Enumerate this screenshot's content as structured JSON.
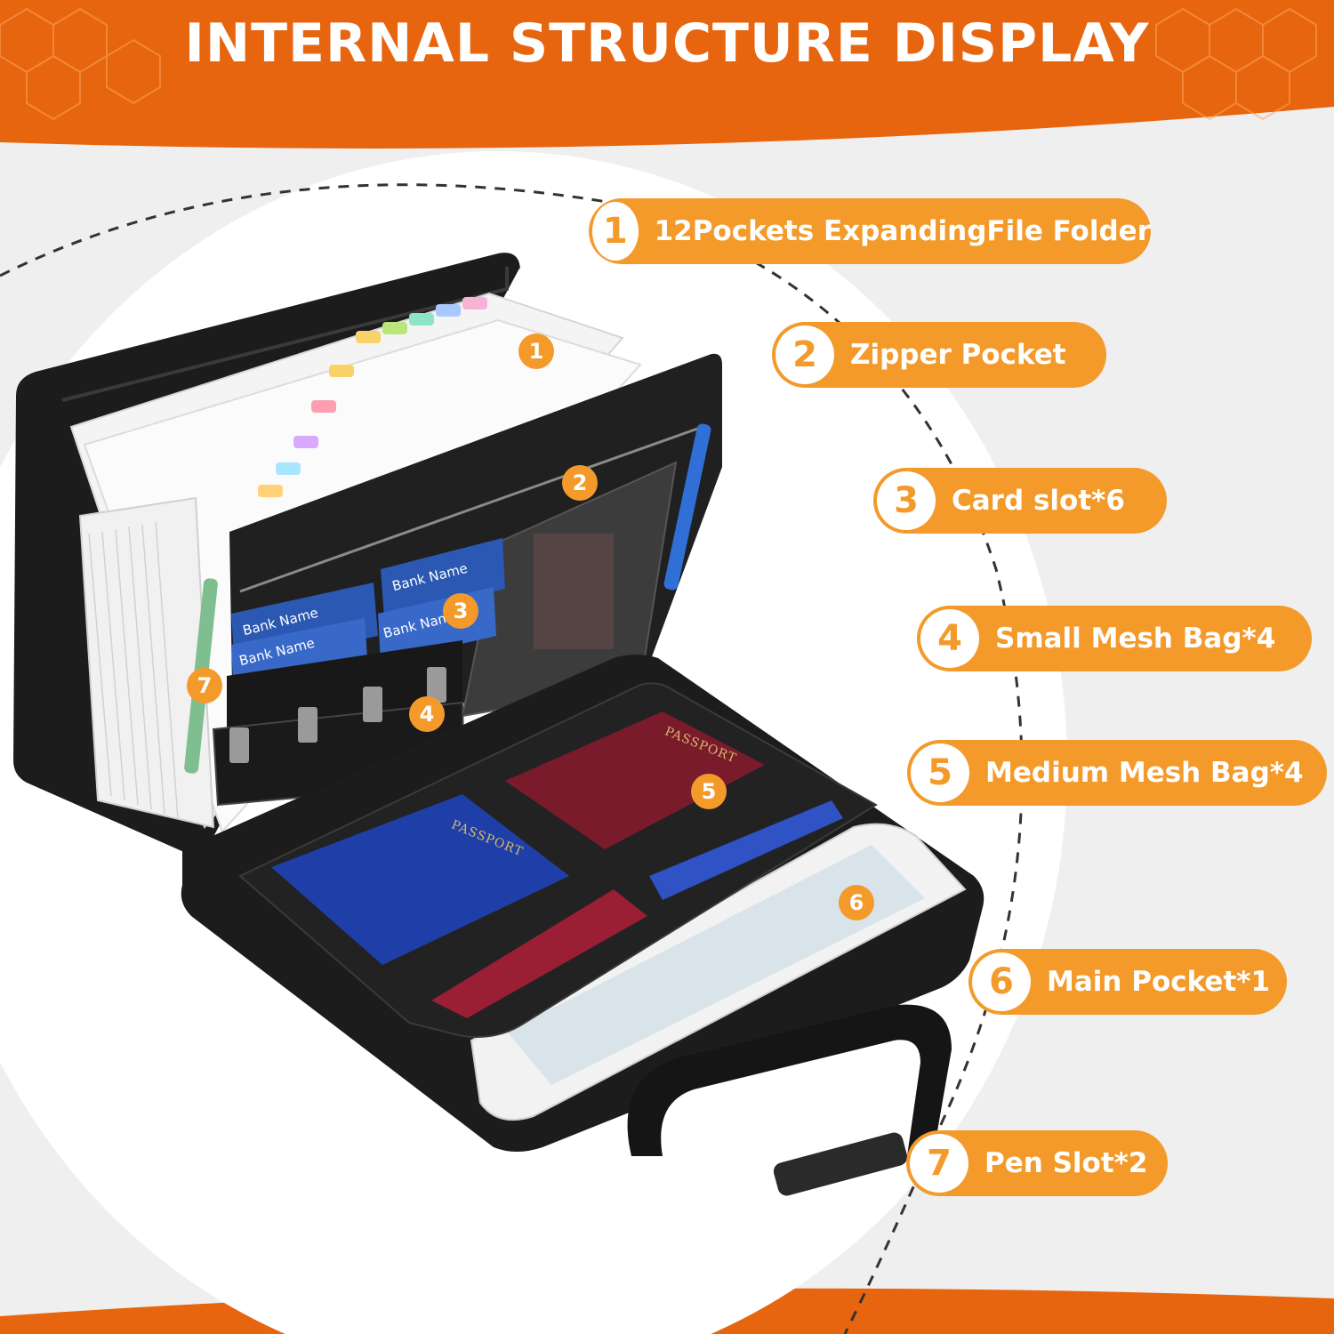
{
  "header": {
    "title": "INTERNAL STRUCTURE DISPLAY"
  },
  "colors": {
    "accent": "#f39a2a",
    "band": "#e8650f",
    "background": "#efefef",
    "case": "#1c1c1c"
  },
  "callouts": [
    {
      "number": "1",
      "label": "12Pockets ExpandingFile Folder"
    },
    {
      "number": "2",
      "label": "Zipper Pocket"
    },
    {
      "number": "3",
      "label": "Card slot*6"
    },
    {
      "number": "4",
      "label": "Small Mesh Bag*4"
    },
    {
      "number": "5",
      "label": "Medium Mesh Bag*4"
    },
    {
      "number": "6",
      "label": "Main Pocket*1"
    },
    {
      "number": "7",
      "label": "Pen Slot*2"
    }
  ],
  "product": {
    "card_label": "Bank Name",
    "passport_label": "PASSPORT"
  }
}
